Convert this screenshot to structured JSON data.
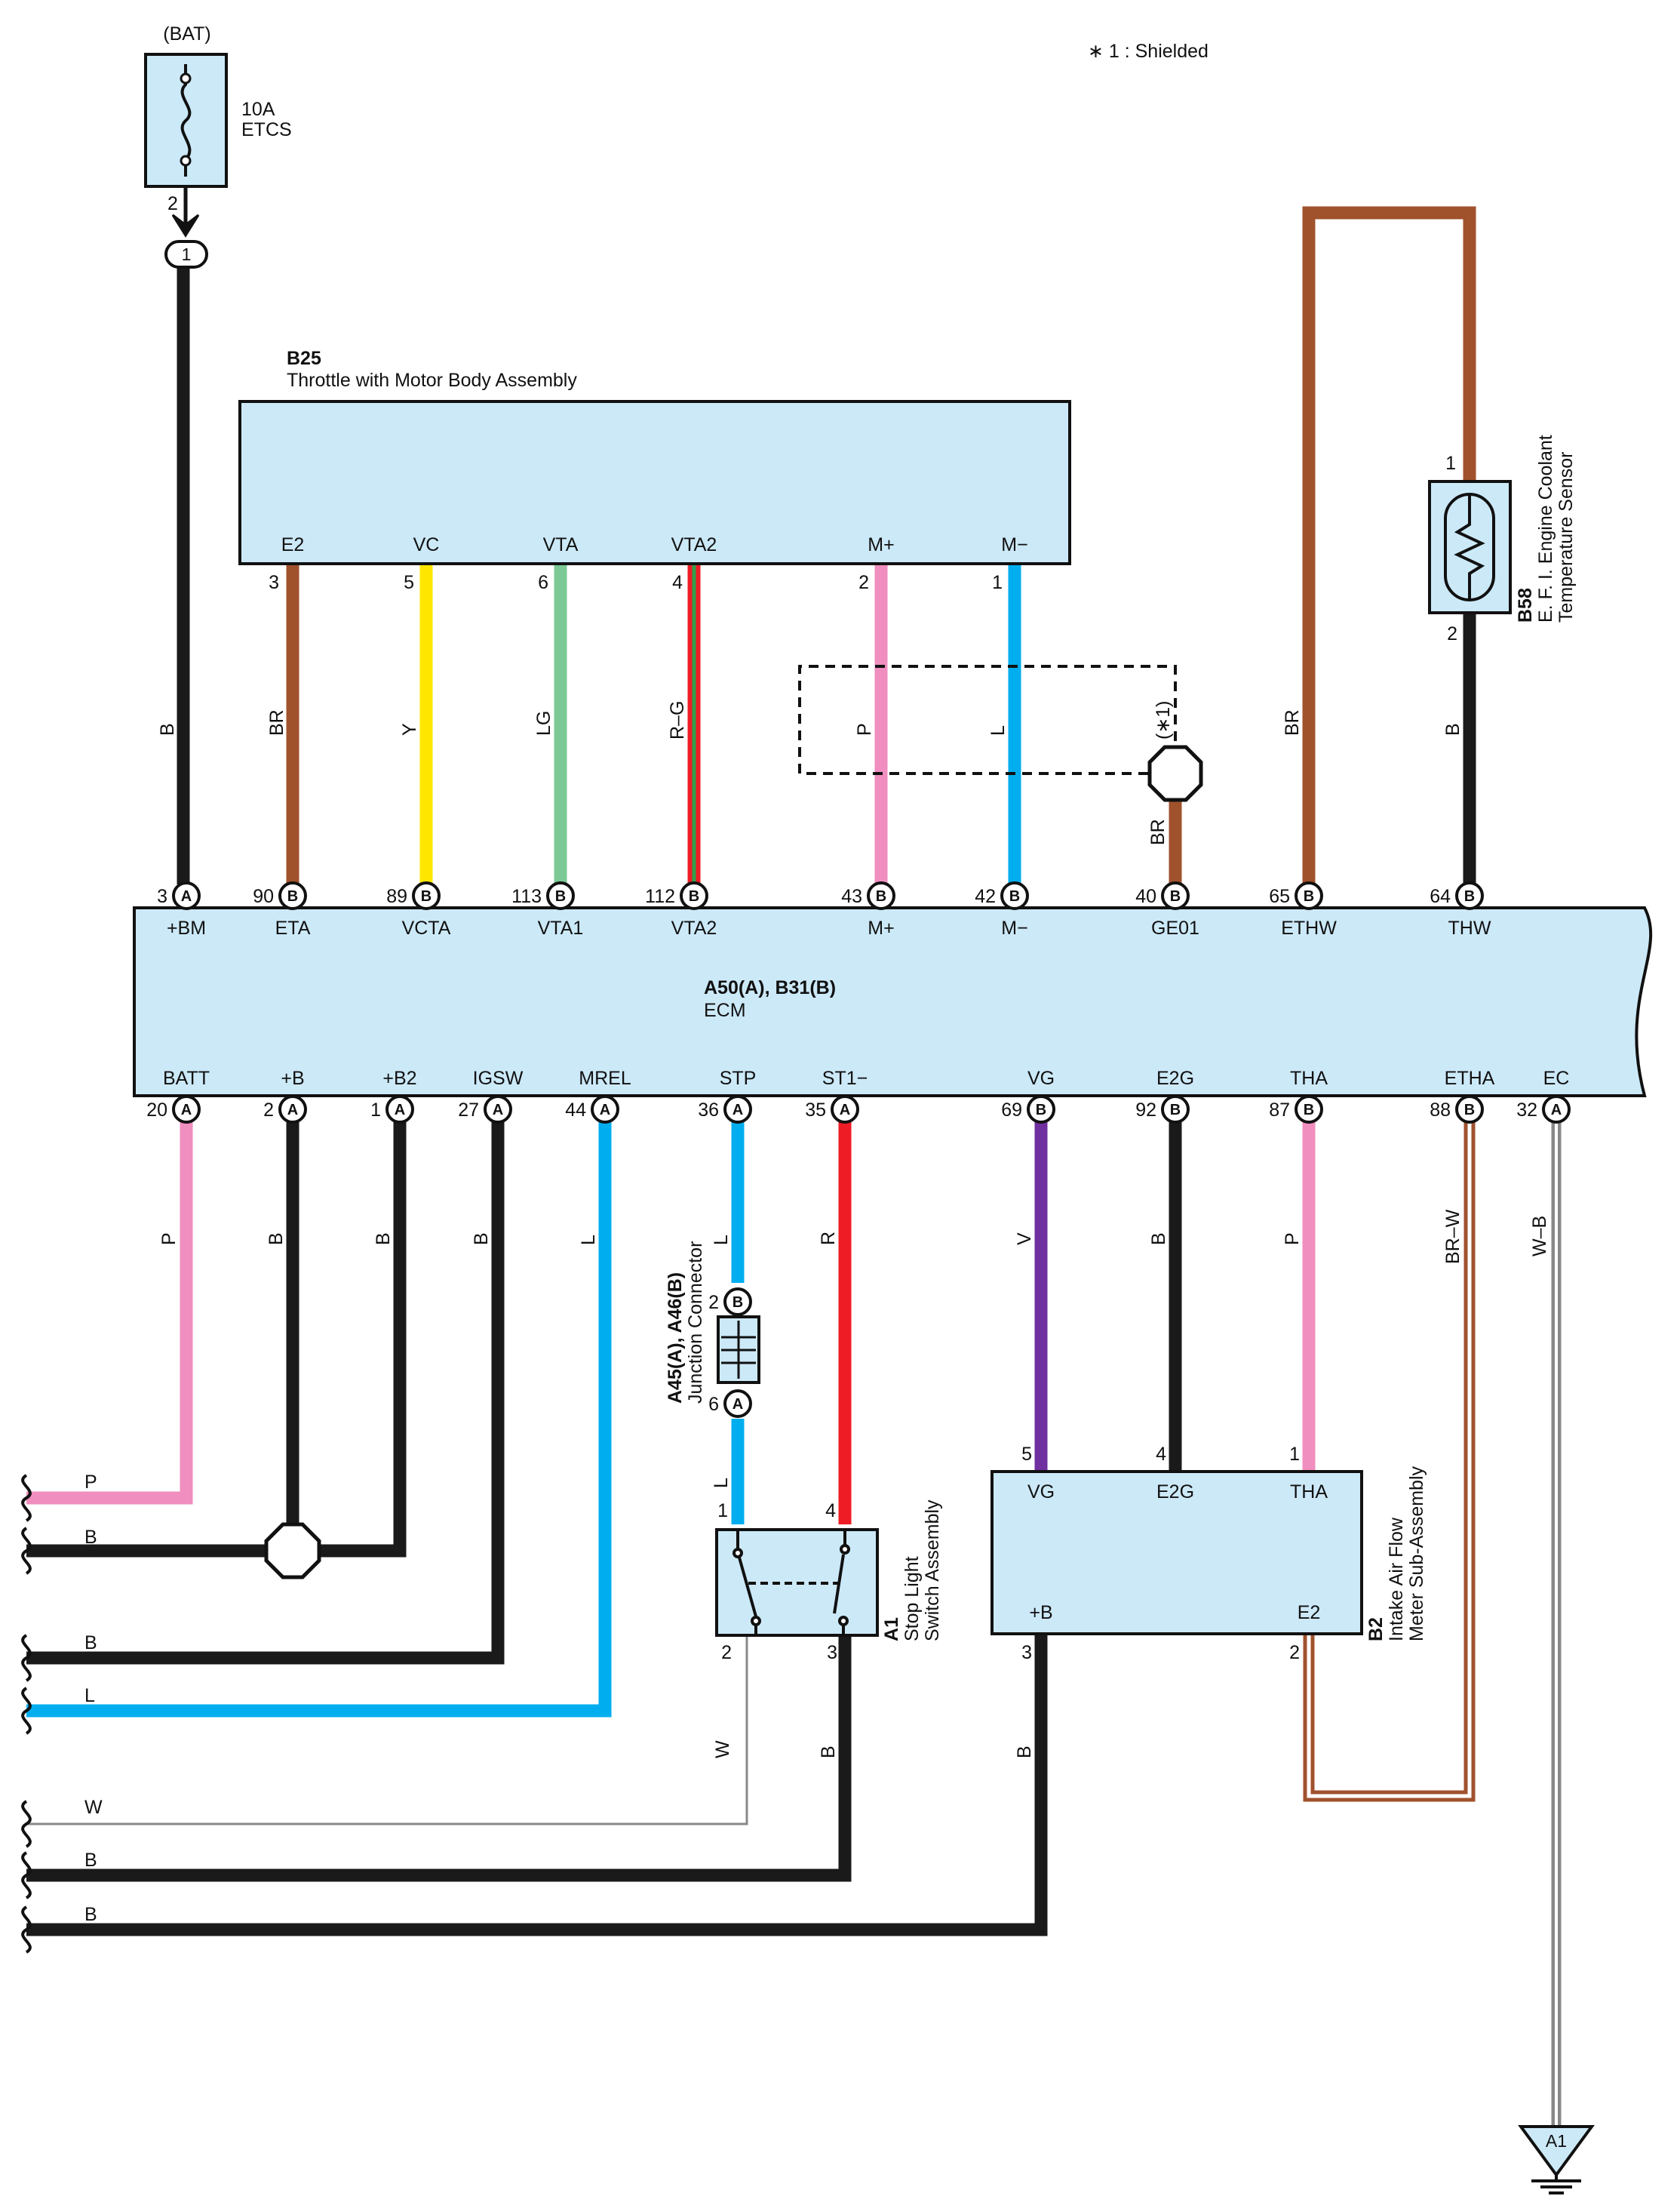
{
  "note": "∗ 1 : Shielded",
  "battery": {
    "label": "(BAT)",
    "fuse_amp": "10A",
    "fuse_name": "ETCS",
    "pin_out": "2",
    "conn_pin": "1"
  },
  "throttle": {
    "code": "B25",
    "name": "Throttle with Motor Body Assembly"
  },
  "ect_sensor": {
    "code": "B58",
    "name_line1": "E. F. I.  Engine Coolant",
    "name_line2": "Temperature Sensor",
    "pin1": "1",
    "pin2": "2"
  },
  "ecm": {
    "code": "A50(A), B31(B)",
    "name": "ECM"
  },
  "junction": {
    "code": "A45(A), A46(B)",
    "name": "Junction Connector",
    "pin_top": "2",
    "pin_top_conn": "B",
    "pin_bottom": "6",
    "pin_bottom_conn": "A"
  },
  "stop_light": {
    "code": "A1",
    "name_line1": "Stop Light",
    "name_line2": "Switch Assembly",
    "pin1": "1",
    "pin4": "4",
    "pin2": "2",
    "pin3": "3"
  },
  "maf": {
    "code": "B2",
    "name_line1": "Intake Air Flow",
    "name_line2": "Meter Sub-Assembly",
    "t_vg": "VG",
    "t_e2g": "E2G",
    "t_tha": "THA",
    "t_b": "+B",
    "t_e2": "E2",
    "p5": "5",
    "p4": "4",
    "p1": "1",
    "p3": "3",
    "p2": "2"
  },
  "shield_label": "(∗1)",
  "ground": {
    "label": "A1"
  },
  "throttle_terms": [
    {
      "name": "E2",
      "pin": "3"
    },
    {
      "name": "VC",
      "pin": "5"
    },
    {
      "name": "VTA",
      "pin": "6"
    },
    {
      "name": "VTA2",
      "pin": "4"
    },
    {
      "name": "M+",
      "pin": "2"
    },
    {
      "name": "M−",
      "pin": "1"
    }
  ],
  "ecm_top": [
    {
      "num": "3",
      "conn": "A",
      "name": "+BM"
    },
    {
      "num": "90",
      "conn": "B",
      "name": "ETA"
    },
    {
      "num": "89",
      "conn": "B",
      "name": "VCTA"
    },
    {
      "num": "113",
      "conn": "B",
      "name": "VTA1"
    },
    {
      "num": "112",
      "conn": "B",
      "name": "VTA2"
    },
    {
      "num": "43",
      "conn": "B",
      "name": "M+"
    },
    {
      "num": "42",
      "conn": "B",
      "name": "M−"
    },
    {
      "num": "40",
      "conn": "B",
      "name": "GE01"
    },
    {
      "num": "65",
      "conn": "B",
      "name": "ETHW"
    },
    {
      "num": "64",
      "conn": "B",
      "name": "THW"
    }
  ],
  "ecm_bottom": [
    {
      "num": "20",
      "conn": "A",
      "name": "BATT"
    },
    {
      "num": "2",
      "conn": "A",
      "name": "+B"
    },
    {
      "num": "1",
      "conn": "A",
      "name": "+B2"
    },
    {
      "num": "27",
      "conn": "A",
      "name": "IGSW"
    },
    {
      "num": "44",
      "conn": "A",
      "name": "MREL"
    },
    {
      "num": "36",
      "conn": "A",
      "name": "STP"
    },
    {
      "num": "35",
      "conn": "A",
      "name": "ST1−"
    },
    {
      "num": "69",
      "conn": "B",
      "name": "VG"
    },
    {
      "num": "92",
      "conn": "B",
      "name": "E2G"
    },
    {
      "num": "87",
      "conn": "B",
      "name": "THA"
    },
    {
      "num": "88",
      "conn": "B",
      "name": "ETHA"
    },
    {
      "num": "32",
      "conn": "A",
      "name": "EC"
    }
  ],
  "wire_colors": {
    "bm": "B",
    "eta": "BR",
    "vcta": "Y",
    "vta1": "LG",
    "vta2": "R–G",
    "mplus": "P",
    "mminus": "L",
    "ge01": "BR",
    "ethw": "BR",
    "thw": "B",
    "batt": "P",
    "pb": "B",
    "pb2": "B",
    "igsw": "B",
    "mrel": "L",
    "stp_upper": "L",
    "stp_lower": "L",
    "st1": "R",
    "vg": "V",
    "e2g": "B",
    "tha": "P",
    "etha": "BR–W",
    "ec": "W–B",
    "left_p": "P",
    "left_b1": "B",
    "left_b2": "B",
    "left_l": "L",
    "left_w": "W",
    "left_b3": "B",
    "left_b4": "B",
    "sw2": "W",
    "sw3": "B",
    "maf3": "B"
  },
  "palette": {
    "black": "#1a1a1a",
    "brown": "#a0522d",
    "yellow": "#ffe600",
    "light_green": "#7cc995",
    "red": "#ee1c25",
    "pink": "#f08ebf",
    "blue": "#00aeef",
    "violet": "#7030a0",
    "gray": "#888888",
    "box_fill": "#cce9f8"
  }
}
